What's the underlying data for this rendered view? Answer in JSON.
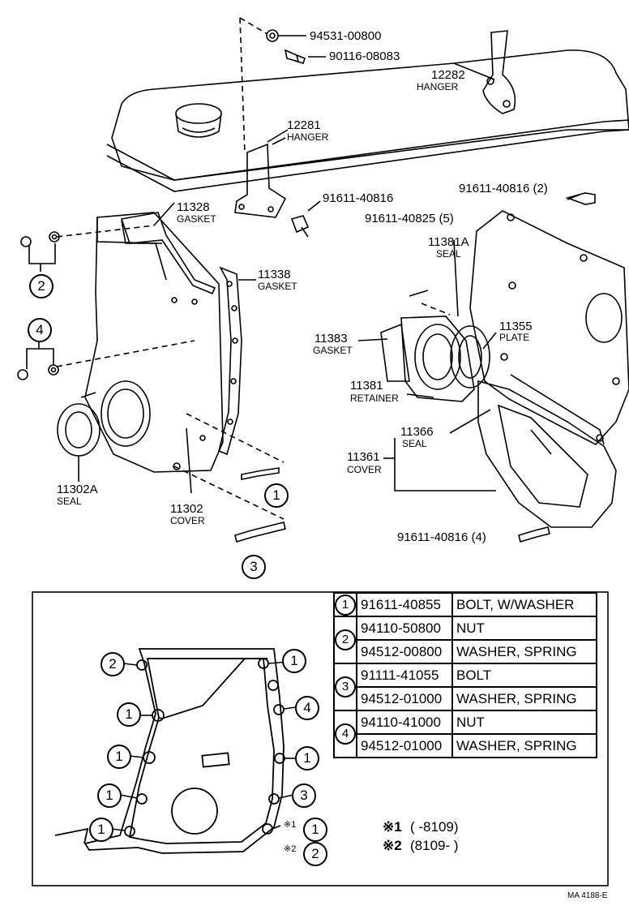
{
  "labels": {
    "nut_top": "94531-00800",
    "stud_top": "90116-08083",
    "hanger2_pn": "12282",
    "hanger2_nm": "HANGER",
    "hanger1_pn": "12281",
    "hanger1_nm": "HANGER",
    "gasket_11328_pn": "11328",
    "gasket_11328_nm": "GASKET",
    "bolt_mid": "91611-40816",
    "bolt_rt": "91611-40816 (2)",
    "bolt_5": "91611-40825 (5)",
    "seal_11381a_pn": "11381A",
    "seal_11381a_nm": "SEAL",
    "gasket_11338_pn": "11338",
    "gasket_11338_nm": "GASKET",
    "plate_pn": "11355",
    "plate_nm": "PLATE",
    "gasket_11383_pn": "11383",
    "gasket_11383_nm": "GASKET",
    "retainer_pn": "11381",
    "retainer_nm": "RETAINER",
    "seal_11366_pn": "11366",
    "seal_11366_nm": "SEAL",
    "cover_11361_pn": "11361",
    "cover_11361_nm": "COVER",
    "seal_11302a_pn": "11302A",
    "seal_11302a_nm": "SEAL",
    "cover_11302_pn": "11302",
    "cover_11302_nm": "COVER",
    "bolt_bottom": "91611-40816 (4)",
    "ref": "MA 4188-E"
  },
  "markers": {
    "m1": "1",
    "m2": "2",
    "m3": "3",
    "m4": "4"
  },
  "legend": [
    {
      "num": "1",
      "part": "91611-40855",
      "name": "BOLT, W/WASHER"
    },
    {
      "num": "2",
      "part": "94110-50800",
      "name": "NUT"
    },
    {
      "num": "",
      "part": "94512-00800",
      "name": "WASHER, SPRING"
    },
    {
      "num": "3",
      "part": "91111-41055",
      "name": "BOLT"
    },
    {
      "num": "",
      "part": "94512-01000",
      "name": "WASHER, SPRING"
    },
    {
      "num": "4",
      "part": "94110-41000",
      "name": "NUT"
    },
    {
      "num": "",
      "part": "94512-01000",
      "name": "WASHER, SPRING"
    }
  ],
  "notes": {
    "n1_mark": "※1",
    "n1_range": "(      -8109)",
    "n2_mark": "※2",
    "n2_range": "(8109-      )",
    "s1": "※1",
    "s2": "※2"
  }
}
